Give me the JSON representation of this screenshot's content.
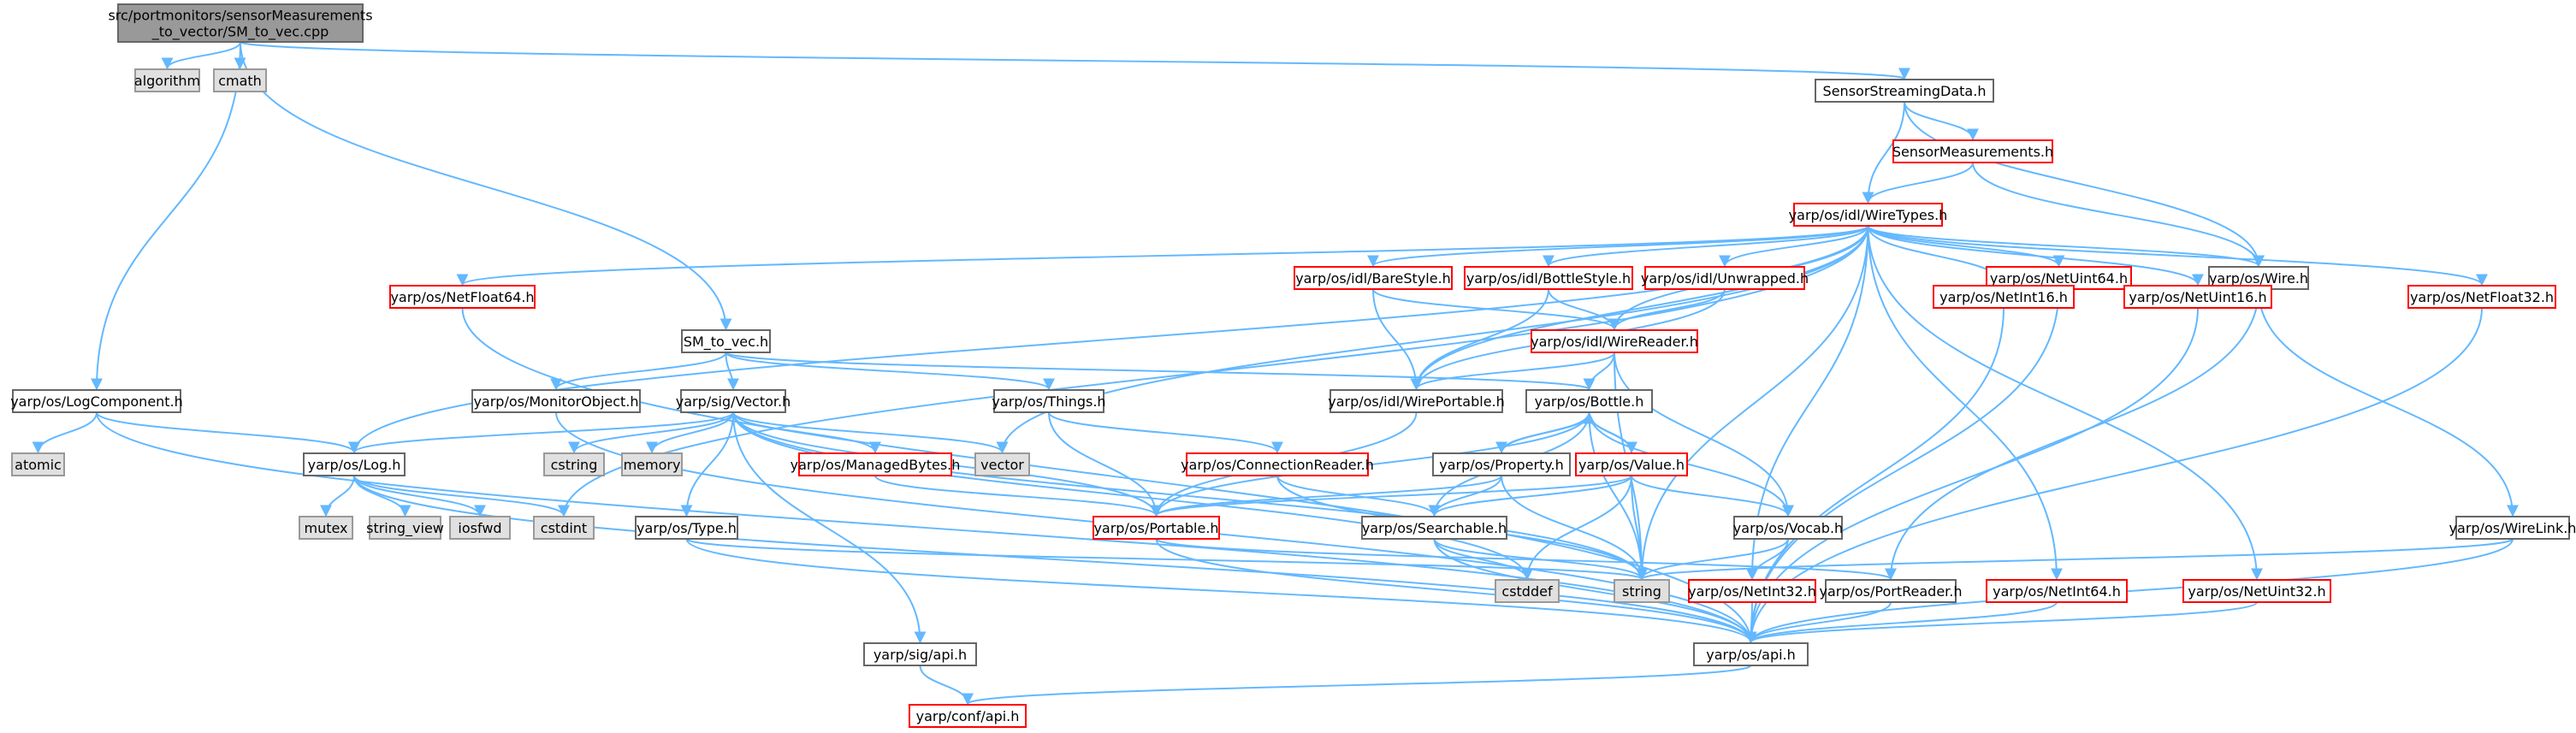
{
  "colors": {
    "edge": "#63b8ff",
    "text": "#000000",
    "root_fill": "#999999",
    "root_stroke": "#666666",
    "sys_fill": "#e0e0e0",
    "sys_stroke": "#999999",
    "normal_fill": "#ffffff",
    "normal_stroke": "#666666",
    "red_stroke": "#ff0000"
  },
  "nodes": [
    {
      "id": "root",
      "kind": "root",
      "lines": [
        "src/portmonitors/sensorMeasurements",
        "_to_vector/SM_to_vec.cpp"
      ]
    },
    {
      "id": "algorithm",
      "kind": "sys",
      "lines": [
        "algorithm"
      ]
    },
    {
      "id": "cmath",
      "kind": "sys",
      "lines": [
        "cmath"
      ]
    },
    {
      "id": "SensorStreamingData",
      "kind": "normal",
      "lines": [
        "SensorStreamingData.h"
      ]
    },
    {
      "id": "SensorMeasurements",
      "kind": "red",
      "lines": [
        "SensorMeasurements.h"
      ]
    },
    {
      "id": "WireTypes",
      "kind": "red",
      "lines": [
        "yarp/os/idl/WireTypes.h"
      ]
    },
    {
      "id": "Wire",
      "kind": "normal",
      "lines": [
        "yarp/os/Wire.h"
      ]
    },
    {
      "id": "BareStyle",
      "kind": "red",
      "lines": [
        "yarp/os/idl/BareStyle.h"
      ]
    },
    {
      "id": "BottleStyle",
      "kind": "red",
      "lines": [
        "yarp/os/idl/BottleStyle.h"
      ]
    },
    {
      "id": "Unwrapped",
      "kind": "red",
      "lines": [
        "yarp/os/idl/Unwrapped.h"
      ]
    },
    {
      "id": "NetUint64",
      "kind": "red",
      "lines": [
        "yarp/os/NetUint64.h"
      ]
    },
    {
      "id": "NetFloat64",
      "kind": "red",
      "lines": [
        "yarp/os/NetFloat64.h"
      ]
    },
    {
      "id": "SM_to_vec",
      "kind": "normal",
      "lines": [
        "SM_to_vec.h"
      ]
    },
    {
      "id": "WireReader",
      "kind": "red",
      "lines": [
        "yarp/os/idl/WireReader.h"
      ]
    },
    {
      "id": "NetInt16",
      "kind": "red",
      "lines": [
        "yarp/os/NetInt16.h"
      ]
    },
    {
      "id": "NetUint16",
      "kind": "red",
      "lines": [
        "yarp/os/NetUint16.h"
      ]
    },
    {
      "id": "NetFloat32",
      "kind": "red",
      "lines": [
        "yarp/os/NetFloat32.h"
      ]
    },
    {
      "id": "LogComponent",
      "kind": "normal",
      "lines": [
        "yarp/os/LogComponent.h"
      ]
    },
    {
      "id": "MonitorObject",
      "kind": "normal",
      "lines": [
        "yarp/os/MonitorObject.h"
      ]
    },
    {
      "id": "Vector",
      "kind": "normal",
      "lines": [
        "yarp/sig/Vector.h"
      ]
    },
    {
      "id": "Things",
      "kind": "normal",
      "lines": [
        "yarp/os/Things.h"
      ]
    },
    {
      "id": "WirePortable",
      "kind": "normal",
      "lines": [
        "yarp/os/idl/WirePortable.h"
      ]
    },
    {
      "id": "Bottle",
      "kind": "normal",
      "lines": [
        "yarp/os/Bottle.h"
      ]
    },
    {
      "id": "atomic",
      "kind": "sys",
      "lines": [
        "atomic"
      ]
    },
    {
      "id": "Log",
      "kind": "normal",
      "lines": [
        "yarp/os/Log.h"
      ]
    },
    {
      "id": "cstring",
      "kind": "sys",
      "lines": [
        "cstring"
      ]
    },
    {
      "id": "memory",
      "kind": "sys",
      "lines": [
        "memory"
      ]
    },
    {
      "id": "ManagedBytes",
      "kind": "red",
      "lines": [
        "yarp/os/ManagedBytes.h"
      ]
    },
    {
      "id": "vector",
      "kind": "sys",
      "lines": [
        "vector"
      ]
    },
    {
      "id": "ConnectionReader",
      "kind": "red",
      "lines": [
        "yarp/os/ConnectionReader.h"
      ]
    },
    {
      "id": "Property",
      "kind": "normal",
      "lines": [
        "yarp/os/Property.h"
      ]
    },
    {
      "id": "Value",
      "kind": "red",
      "lines": [
        "yarp/os/Value.h"
      ]
    },
    {
      "id": "mutex",
      "kind": "sys",
      "lines": [
        "mutex"
      ]
    },
    {
      "id": "string_view",
      "kind": "sys",
      "lines": [
        "string_view"
      ]
    },
    {
      "id": "iosfwd",
      "kind": "sys",
      "lines": [
        "iosfwd"
      ]
    },
    {
      "id": "cstdint",
      "kind": "sys",
      "lines": [
        "cstdint"
      ]
    },
    {
      "id": "Type",
      "kind": "normal",
      "lines": [
        "yarp/os/Type.h"
      ]
    },
    {
      "id": "Portable",
      "kind": "red",
      "lines": [
        "yarp/os/Portable.h"
      ]
    },
    {
      "id": "Searchable",
      "kind": "normal",
      "lines": [
        "yarp/os/Searchable.h"
      ]
    },
    {
      "id": "Vocab",
      "kind": "normal",
      "lines": [
        "yarp/os/Vocab.h"
      ]
    },
    {
      "id": "WireLink",
      "kind": "normal",
      "lines": [
        "yarp/os/WireLink.h"
      ]
    },
    {
      "id": "cstddef",
      "kind": "sys",
      "lines": [
        "cstddef"
      ]
    },
    {
      "id": "string",
      "kind": "sys",
      "lines": [
        "string"
      ]
    },
    {
      "id": "NetInt32",
      "kind": "red",
      "lines": [
        "yarp/os/NetInt32.h"
      ]
    },
    {
      "id": "PortReader",
      "kind": "normal",
      "lines": [
        "yarp/os/PortReader.h"
      ]
    },
    {
      "id": "NetInt64",
      "kind": "red",
      "lines": [
        "yarp/os/NetInt64.h"
      ]
    },
    {
      "id": "NetUint32",
      "kind": "red",
      "lines": [
        "yarp/os/NetUint32.h"
      ]
    },
    {
      "id": "api_os",
      "kind": "normal",
      "lines": [
        "yarp/os/api.h"
      ]
    },
    {
      "id": "api_sig",
      "kind": "normal",
      "lines": [
        "yarp/sig/api.h"
      ]
    },
    {
      "id": "conf_api",
      "kind": "red",
      "lines": [
        "yarp/conf/api.h"
      ]
    }
  ],
  "edges": [
    [
      "root",
      "algorithm"
    ],
    [
      "root",
      "cmath"
    ],
    [
      "root",
      "SensorStreamingData"
    ],
    [
      "root",
      "SM_to_vec"
    ],
    [
      "root",
      "LogComponent"
    ],
    [
      "SensorStreamingData",
      "SensorMeasurements"
    ],
    [
      "SensorStreamingData",
      "WireTypes"
    ],
    [
      "SensorStreamingData",
      "Wire"
    ],
    [
      "SensorMeasurements",
      "WireTypes"
    ],
    [
      "SensorMeasurements",
      "Wire"
    ],
    [
      "WireTypes",
      "BareStyle"
    ],
    [
      "WireTypes",
      "BottleStyle"
    ],
    [
      "WireTypes",
      "Unwrapped"
    ],
    [
      "WireTypes",
      "NetUint64"
    ],
    [
      "WireTypes",
      "NetFloat64"
    ],
    [
      "WireTypes",
      "NetInt16"
    ],
    [
      "WireTypes",
      "NetUint16"
    ],
    [
      "WireTypes",
      "NetFloat32"
    ],
    [
      "WireTypes",
      "WireReader"
    ],
    [
      "WireTypes",
      "WirePortable"
    ],
    [
      "WireTypes",
      "Log"
    ],
    [
      "WireTypes",
      "vector"
    ],
    [
      "WireTypes",
      "cstdint"
    ],
    [
      "WireTypes",
      "string"
    ],
    [
      "WireTypes",
      "NetInt32"
    ],
    [
      "WireTypes",
      "NetInt64"
    ],
    [
      "WireTypes",
      "NetUint32"
    ],
    [
      "WireTypes",
      "Wire"
    ],
    [
      "BareStyle",
      "WireReader"
    ],
    [
      "BareStyle",
      "WirePortable"
    ],
    [
      "BottleStyle",
      "WireReader"
    ],
    [
      "BottleStyle",
      "WirePortable"
    ],
    [
      "Unwrapped",
      "WireReader"
    ],
    [
      "Unwrapped",
      "WirePortable"
    ],
    [
      "WireReader",
      "WirePortable"
    ],
    [
      "WireReader",
      "Bottle"
    ],
    [
      "WireReader",
      "Vocab"
    ],
    [
      "WireReader",
      "string"
    ],
    [
      "Wire",
      "PortReader"
    ],
    [
      "Wire",
      "WireLink"
    ],
    [
      "WireLink",
      "api_os"
    ],
    [
      "WireLink",
      "string"
    ],
    [
      "NetUint64",
      "api_os"
    ],
    [
      "NetFloat64",
      "api_os"
    ],
    [
      "NetInt16",
      "api_os"
    ],
    [
      "NetUint16",
      "api_os"
    ],
    [
      "NetFloat32",
      "api_os"
    ],
    [
      "NetInt32",
      "api_os"
    ],
    [
      "NetInt64",
      "api_os"
    ],
    [
      "NetUint32",
      "api_os"
    ],
    [
      "SM_to_vec",
      "MonitorObject"
    ],
    [
      "SM_to_vec",
      "Vector"
    ],
    [
      "SM_to_vec",
      "Things"
    ],
    [
      "SM_to_vec",
      "Bottle"
    ],
    [
      "LogComponent",
      "atomic"
    ],
    [
      "LogComponent",
      "Log"
    ],
    [
      "LogComponent",
      "api_os"
    ],
    [
      "MonitorObject",
      "api_os"
    ],
    [
      "Vector",
      "Log"
    ],
    [
      "Vector",
      "cstring"
    ],
    [
      "Vector",
      "memory"
    ],
    [
      "Vector",
      "ManagedBytes"
    ],
    [
      "Vector",
      "vector"
    ],
    [
      "Vector",
      "Type"
    ],
    [
      "Vector",
      "Portable"
    ],
    [
      "Vector",
      "string"
    ],
    [
      "Vector",
      "cstddef"
    ],
    [
      "Vector",
      "api_sig"
    ],
    [
      "Things",
      "ConnectionReader"
    ],
    [
      "Things",
      "Portable"
    ],
    [
      "WirePortable",
      "Portable"
    ],
    [
      "Bottle",
      "Property"
    ],
    [
      "Bottle",
      "Value"
    ],
    [
      "Bottle",
      "Searchable"
    ],
    [
      "Bottle",
      "Vocab"
    ],
    [
      "Bottle",
      "Portable"
    ],
    [
      "Bottle",
      "string"
    ],
    [
      "Property",
      "Bottle"
    ],
    [
      "Property",
      "Portable"
    ],
    [
      "Property",
      "Searchable"
    ],
    [
      "Property",
      "string"
    ],
    [
      "Value",
      "Bottle"
    ],
    [
      "Value",
      "Portable"
    ],
    [
      "Value",
      "Searchable"
    ],
    [
      "Value",
      "Vocab"
    ],
    [
      "Value",
      "cstddef"
    ],
    [
      "Value",
      "string"
    ],
    [
      "ManagedBytes",
      "Portable"
    ],
    [
      "ConnectionReader",
      "Searchable"
    ],
    [
      "ConnectionReader",
      "string"
    ],
    [
      "Log",
      "mutex"
    ],
    [
      "Log",
      "string_view"
    ],
    [
      "Log",
      "iosfwd"
    ],
    [
      "Log",
      "cstdint"
    ],
    [
      "Log",
      "api_os"
    ],
    [
      "Type",
      "string"
    ],
    [
      "Type",
      "api_os"
    ],
    [
      "Portable",
      "PortReader"
    ],
    [
      "Portable",
      "api_os"
    ],
    [
      "Searchable",
      "string"
    ],
    [
      "Searchable",
      "cstddef"
    ],
    [
      "Searchable",
      "api_os"
    ],
    [
      "Vocab",
      "string"
    ],
    [
      "Vocab",
      "NetInt32"
    ],
    [
      "PortReader",
      "api_os"
    ],
    [
      "api_sig",
      "conf_api"
    ],
    [
      "api_os",
      "conf_api"
    ]
  ]
}
